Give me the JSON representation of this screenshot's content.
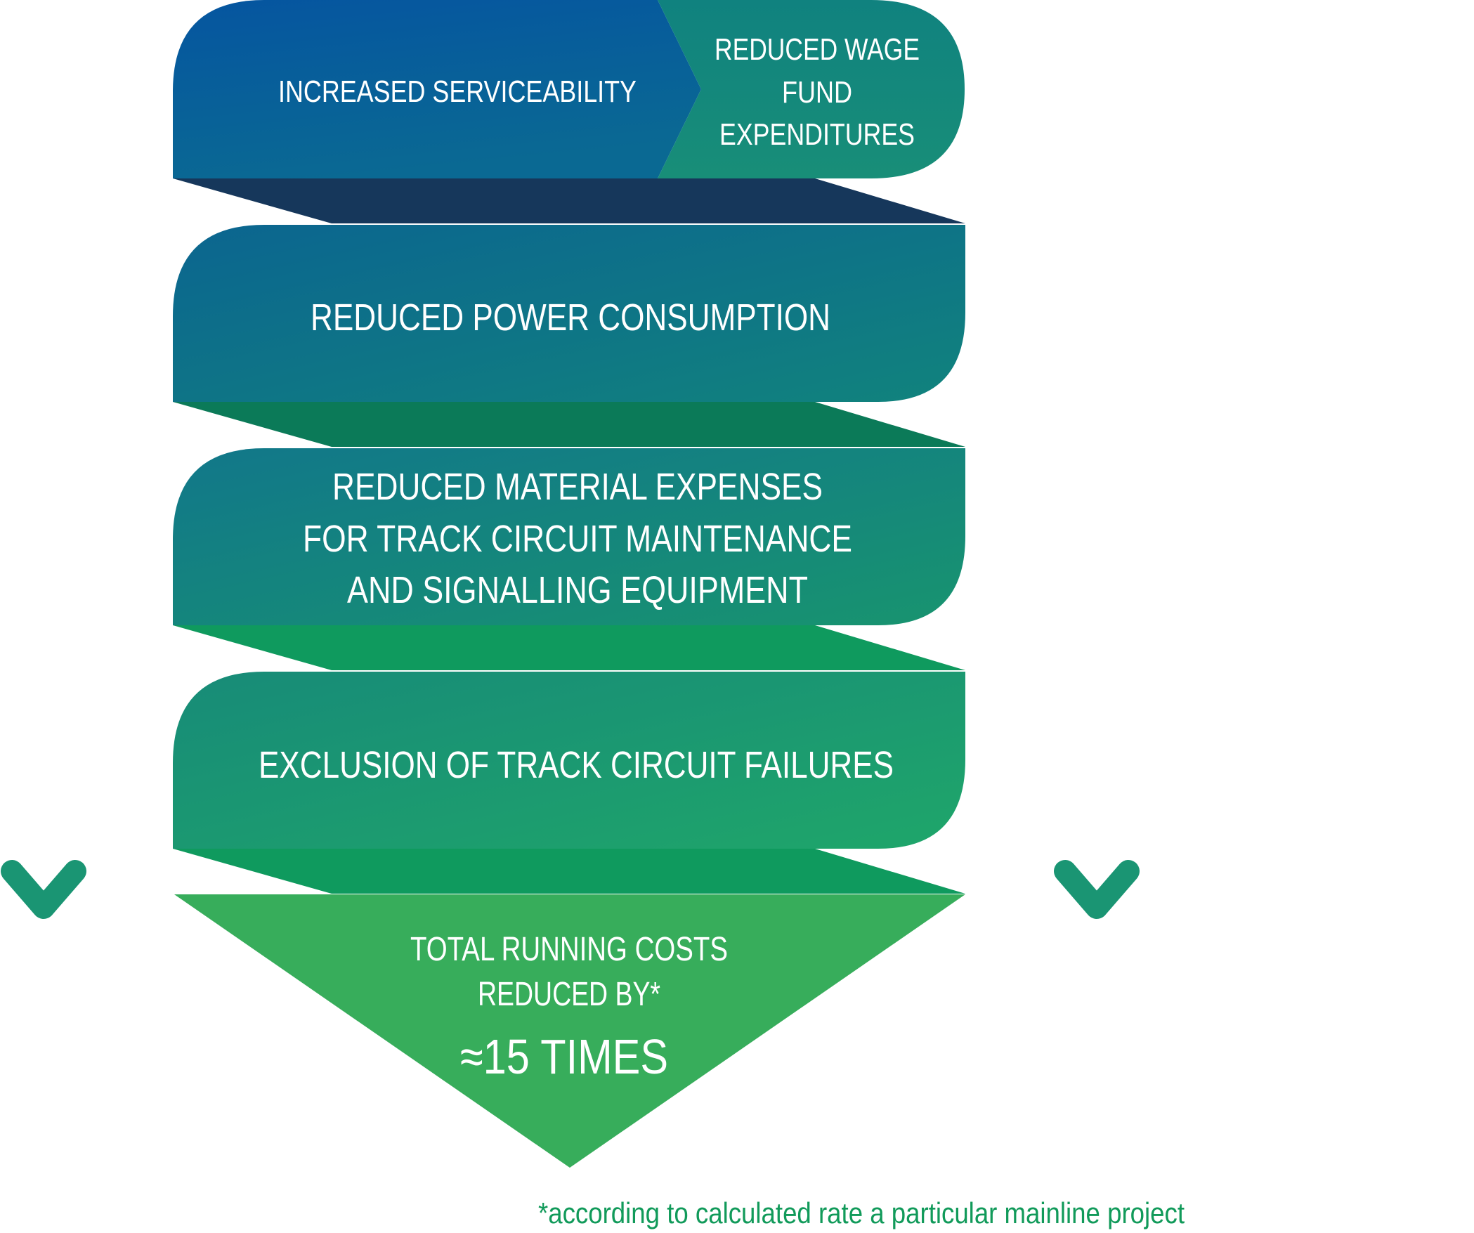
{
  "diagram": {
    "top": {
      "left_label": "INCREASED SERVICEABILITY",
      "right_label_lines": [
        "REDUCED WAGE",
        "FUND",
        "EXPENDITURES"
      ]
    },
    "steps": [
      {
        "lines": [
          "REDUCED POWER CONSUMPTION"
        ]
      },
      {
        "lines": [
          "REDUCED MATERIAL EXPENSES",
          "FOR TRACK CIRCUIT MAINTENANCE",
          "AND SIGNALLING EQUIPMENT"
        ]
      },
      {
        "lines": [
          "EXCLUSION OF TRACK CIRCUIT FAILURES"
        ]
      }
    ],
    "result": {
      "lines": [
        "TOTAL RUNNING COSTS",
        "REDUCED BY*"
      ],
      "value": "≈15 TIMES"
    },
    "footnote": "*according to calculated rate a particular mainline project",
    "icons": [
      "arrow-down-icon",
      "arrow-down-icon"
    ]
  },
  "colors": {
    "blue": "#0556a0",
    "teal": "#12857c",
    "dark_navy": "#16375b",
    "dark_green": "#0b7a58",
    "green": "#0f9a5e",
    "result_green": "#37ad5b",
    "footnote_green": "#119a5a"
  }
}
